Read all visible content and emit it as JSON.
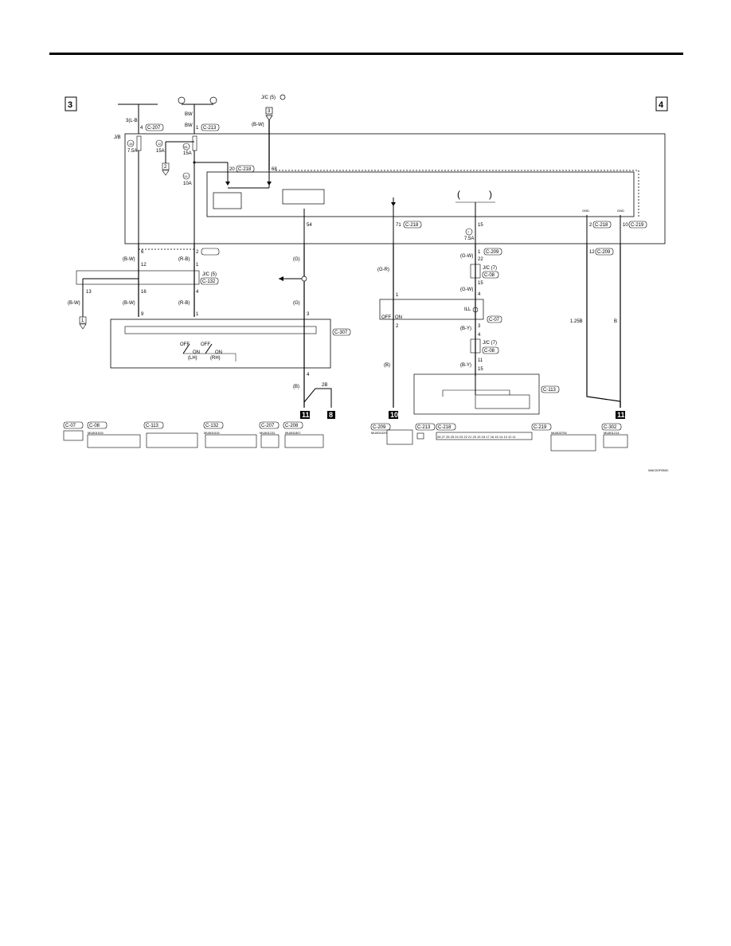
{
  "page": {
    "diagram_code": "WAC00F058C"
  },
  "markers": {
    "left": "3",
    "right": "4"
  },
  "supplies": {
    "c207_wire": "3(L-B",
    "c207_pin": "4",
    "c213_wire1": "BW",
    "c213_wire2": "BW",
    "c213_pin": "1",
    "jc5_top": "J/C (5)",
    "jc5_pin": "3",
    "c218_top_wire": "(B-W)"
  },
  "jb": {
    "label": "J/B",
    "fuse15_num": "15",
    "fuse15_amp": "7.5A",
    "fuse12_num": "12",
    "fuse12_amp": "15A",
    "fuse26_num": "26",
    "fuse26_amp": "15A",
    "fuse13_num": "13",
    "fuse13_amp": "10A",
    "fuse7_num": "7",
    "fuse7_amp": "7.5A",
    "ground_2": "2",
    "paren_open": "(",
    "paren_close": ")"
  },
  "connectors": {
    "c207": "C-207",
    "c213": "C-213",
    "c218": "C-218",
    "c219": "C-219",
    "c132": "C-132",
    "c307": "C-307",
    "c209": "C-209",
    "c07": "C-07",
    "c08": "C-08",
    "c113": "C-113",
    "c302": "C-302"
  },
  "pins": {
    "p20": "20",
    "p68": "68",
    "p54": "54",
    "p71": "71",
    "p15a": "15",
    "p2": "2",
    "p10": "10",
    "p6": "6",
    "p12a": "12",
    "p2b": "2",
    "p1a": "1",
    "p12b": "12",
    "p16": "16",
    "p4a": "4",
    "p13": "13",
    "p9": "9",
    "p1b": "1",
    "p3a": "3",
    "p4b": "4",
    "p1c": "1",
    "p2c": "2",
    "p22": "22",
    "p15b": "15",
    "p4c": "4",
    "p3b": "3",
    "p4d": "4",
    "p11": "11",
    "p15c": "15",
    "p12c": "12",
    "gnd1": "GND",
    "gnd2": "GND"
  },
  "wires": {
    "bw1": "(B-W)",
    "rb1": "(R-B)",
    "bw2": "(B-W)",
    "bw3": "(B-W)",
    "rb2": "(R-B)",
    "g1": "(G)",
    "g2": "(G)",
    "b1": "(B)",
    "b2": "(B)",
    "gr": "(G-R)",
    "gw1": "(G-W)",
    "gw2": "(G-W)",
    "by1": "(B-Y)",
    "by2": "(B-Y)",
    "w125b": "1.25B",
    "wb": "B",
    "w2b": "2B"
  },
  "jc_labels": {
    "jc5": "J/C (5)",
    "jc7a": "J/C (7)",
    "jc7b": "J/C (7)"
  },
  "switches": {
    "off1": "OFF",
    "on1": "ON",
    "lh": "(LH)",
    "off2": "OFF",
    "on2": "ON",
    "rh": "(RH)",
    "off3": "OFF",
    "on3": "ON",
    "ill": "ILL"
  },
  "grounds": {
    "g11a": "11",
    "g8": "8",
    "g10": "10",
    "g11b": "11",
    "g1_tri": "1",
    "g2_tri": "2",
    "g3_tri": "3"
  },
  "connector_views": [
    {
      "label": "C-07",
      "part": ""
    },
    {
      "label": "C-08",
      "part": "MU801515"
    },
    {
      "label": "C-113",
      "part": ""
    },
    {
      "label": "C-132",
      "part": "MU801515"
    },
    {
      "label": "C-207",
      "part": "MU801231"
    },
    {
      "label": "C-208",
      "part": "MU801807"
    },
    {
      "label": "C-209",
      "part": "MU801520"
    },
    {
      "label": "C-213",
      "part": ""
    },
    {
      "label": "C-218",
      "part": ""
    },
    {
      "label": "C-219",
      "part": "MU803705"
    },
    {
      "label": "C-302",
      "part": "MU801214"
    }
  ],
  "c218_pins": "28 27 26 25 24 23 22 21 20 19 18 17 16 15 14 13 12 11"
}
